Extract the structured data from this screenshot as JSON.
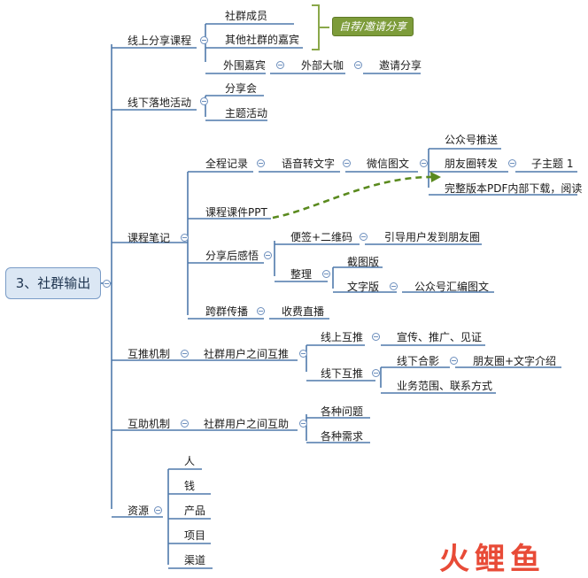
{
  "root": {
    "label": "3、社群输出"
  },
  "branches": {
    "online_share": {
      "label": "线上分享课程",
      "children": [
        "社群成员",
        "其他社群的嘉宾",
        "外围嘉宾"
      ],
      "guest_chain": [
        "外部大咖",
        "邀请分享"
      ],
      "callout": "自荐/邀请分享"
    },
    "offline": {
      "label": "线下落地活动",
      "children": [
        "分享会",
        "主题活动"
      ]
    },
    "notes": {
      "label": "课程笔记",
      "full_record": {
        "label": "全程记录",
        "chain": [
          "语音转文字",
          "微信图文"
        ],
        "outputs": [
          "公众号推送",
          "朋友圈转发",
          "完整版本PDF内部下载，阅读"
        ],
        "subtopic": "子主题 1"
      },
      "ppt": "课程课件PPT",
      "reflection": {
        "label": "分享后感悟",
        "note": "便签+二维码",
        "note_action": "引导用户发到朋友圈",
        "organize": "整理",
        "screenshot": "截图版",
        "text_version": "文字版",
        "text_action": "公众号汇编图文"
      },
      "cross": {
        "label": "跨群传播",
        "action": "收费直播"
      }
    },
    "mutual_push": {
      "label": "互推机制",
      "between": "社群用户之间互推",
      "online": "线上互推",
      "online_action": "宣传、推广、见证",
      "offline": "线下互推",
      "group_photo": "线下合影",
      "photo_action": "朋友圈+文字介绍",
      "scope": "业务范围、联系方式"
    },
    "mutual_help": {
      "label": "互助机制",
      "between": "社群用户之间互助",
      "items": [
        "各种问题",
        "各种需求"
      ]
    },
    "resources": {
      "label": "资源",
      "items": [
        "人",
        "钱",
        "产品",
        "项目",
        "渠道"
      ]
    }
  },
  "watermark": "火鲤鱼",
  "colors": {
    "line": "#4f79ab",
    "dashed_arrow": "#5a8a1e",
    "bracket": "#8aa84a",
    "callout_bg": "#7d9c3a",
    "root_bg": "#dbe7f4",
    "watermark": "#e84b37"
  }
}
